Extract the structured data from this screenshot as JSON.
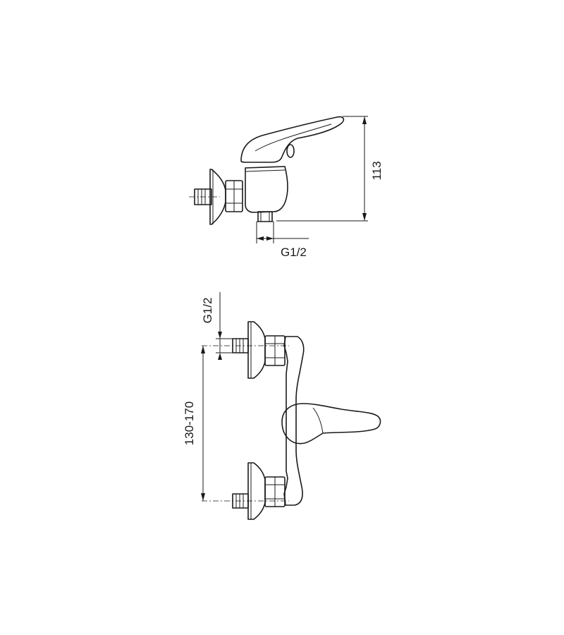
{
  "dimensions": {
    "height_label": "113",
    "outlet_thread_label": "G1/2",
    "inlet_thread_label": "G1/2",
    "spacing_label": "130-170"
  },
  "colors": {
    "line": "#1a1a1a",
    "background": "#ffffff"
  }
}
